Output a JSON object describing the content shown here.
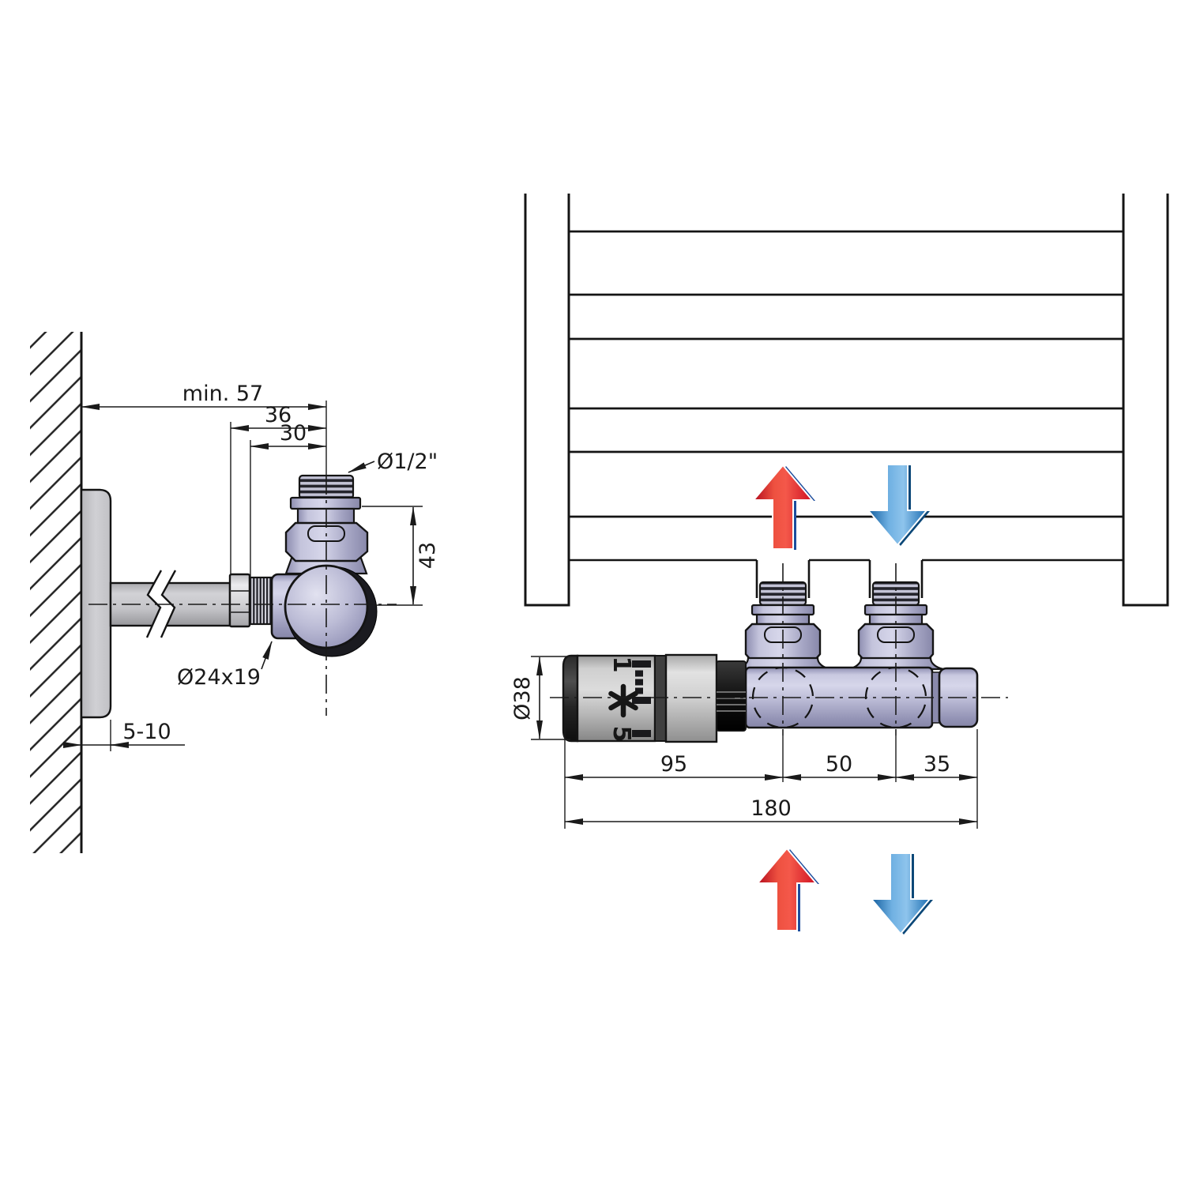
{
  "left": {
    "dim_min_wall": "min. 57",
    "dim_36": "36",
    "dim_30": "30",
    "label_thread_half_inch": "Ø1/2\"",
    "dim_43": "43",
    "label_union": "Ø24x19",
    "dim_wall_offset": "5-10"
  },
  "right": {
    "dim_diameter": "Ø38",
    "dim_95": "95",
    "dim_50": "50",
    "dim_35": "35",
    "dim_180": "180",
    "head_scale_max": "1",
    "head_scale_min": "5"
  },
  "icons": {
    "supply_flow": "red-up-arrow",
    "return_flow": "blue-down-arrow",
    "frost_protection": "asterisk-star"
  },
  "colors": {
    "valve_body": "#b9b9d4",
    "supply_red": "#e8192c",
    "return_blue": "#2e7fc1",
    "line": "#141414"
  }
}
